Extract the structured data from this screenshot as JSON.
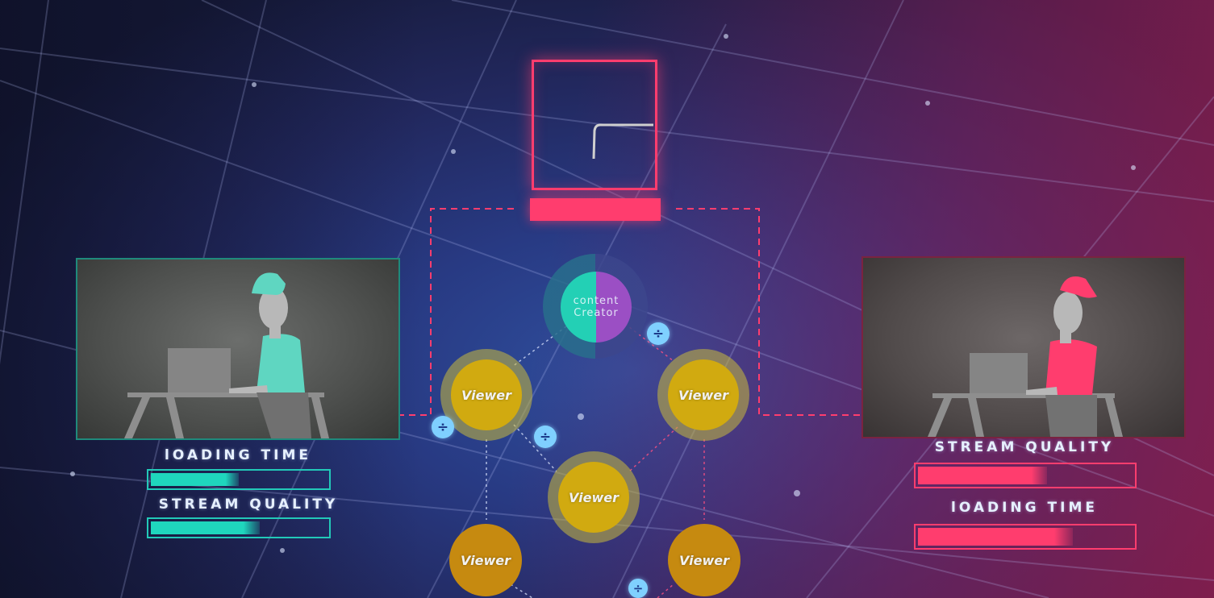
{
  "left_panel": {
    "loading_label": "lOADING TIME",
    "loading_value": 0.5,
    "quality_label": "STREAM QUALITY",
    "quality_value": 0.62,
    "accent": "#1fd6bd"
  },
  "right_panel": {
    "quality_label": "STREAM QUALITY",
    "quality_value": 0.6,
    "loading_label": "lOADING TIME",
    "loading_value": 0.72,
    "accent": "#ff3d6e"
  },
  "creator": {
    "line1": "content",
    "line2": "Creator"
  },
  "viewers": [
    "Viewer",
    "Viewer",
    "Viewer",
    "Viewer",
    "Viewer"
  ],
  "icons": {
    "server": "server-icon",
    "connection": "connection-icon",
    "person": "person-at-desk-icon"
  }
}
